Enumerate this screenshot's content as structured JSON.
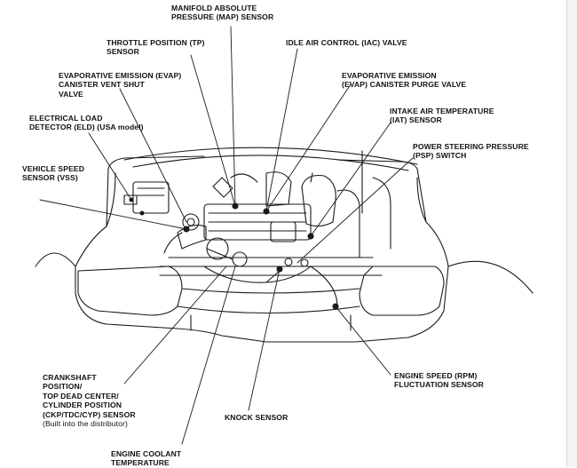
{
  "labels": {
    "map_sensor": "MANIFOLD ABSOLUTE\nPRESSURE (MAP) SENSOR",
    "tp_sensor": "THROTTLE POSITION (TP)\nSENSOR",
    "iac_valve": "IDLE AIR CONTROL (IAC) VALVE",
    "evap_vent": "EVAPORATIVE EMISSION (EVAP)\nCANISTER VENT SHUT\nVALVE",
    "evap_purge": "EVAPORATIVE EMISSION\n(EVAP) CANISTER PURGE VALVE",
    "eld": "ELECTRICAL LOAD\nDETECTOR (ELD) (USA model)",
    "iat_sensor": "INTAKE AIR TEMPERATURE\n(IAT) SENSOR",
    "psp_switch": "POWER STEERING PRESSURE\n(PSP) SWITCH",
    "vss": "VEHICLE SPEED\nSENSOR (VSS)",
    "ckp_sensor": "CRANKSHAFT\nPOSITION/\nTOP DEAD CENTER/\nCYLINDER POSITION\n(CKP/TDC/CYP) SENSOR",
    "ckp_note": "(Built into the distributor)",
    "rpm_sensor": "ENGINE SPEED (RPM)\nFLUCTUATION SENSOR",
    "knock_sensor": "KNOCK SENSOR",
    "ect_sensor": "ENGINE COOLANT\nTEMPERATURE"
  },
  "colors": {
    "ink": "#1a1a1a",
    "background": "#ffffff"
  }
}
